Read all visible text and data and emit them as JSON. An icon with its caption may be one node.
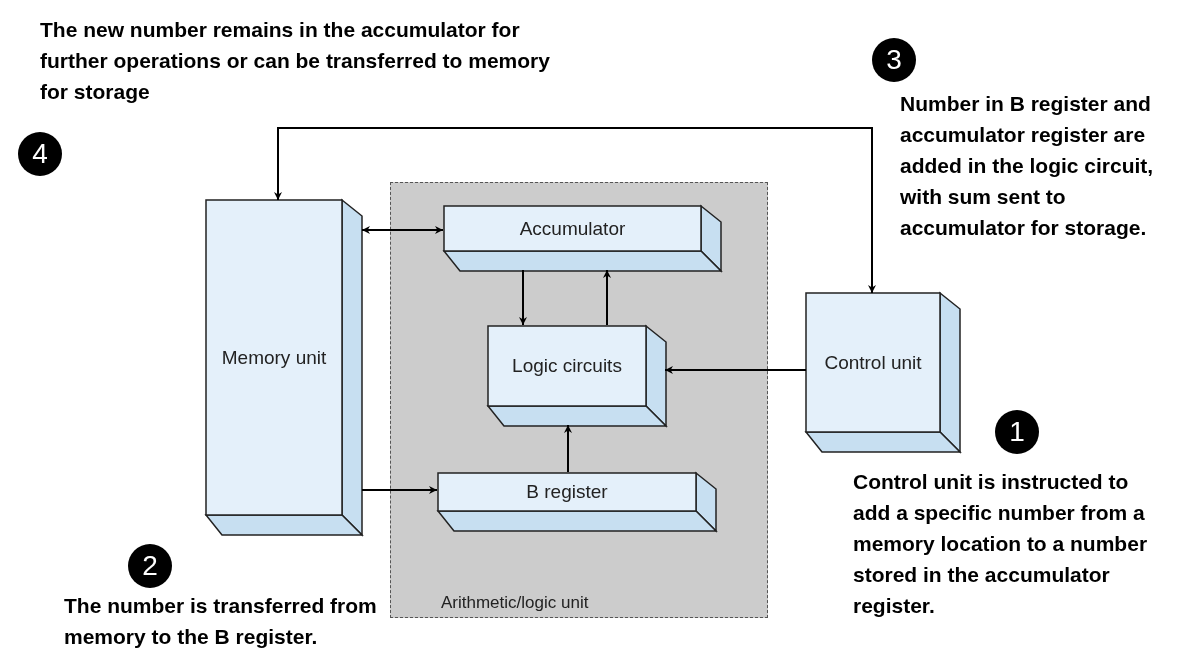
{
  "diagram": {
    "nodes": [
      {
        "text": [
          "Arithmetic/logic unit"
        ]
      },
      {
        "text": [
          "Accumulator"
        ],
        "in": 0
      },
      {
        "text": [
          "Logic circuits"
        ],
        "in": 0
      },
      {
        "text": [
          "B register"
        ],
        "in": 0
      },
      {
        "text": [
          "Memory unit"
        ]
      },
      {
        "text": [
          "Control unit"
        ]
      },
      {
        "text": [
          "4"
        ],
        "beside": [
          "The new number remains in the accumulator for further operations or can be transferred to memory for storage"
        ]
      },
      {
        "text": [
          "3"
        ],
        "beside": [
          "Number in B register and accumulator register are added in the logic circuit, with sum sent to accumulator for storage."
        ]
      },
      {
        "text": [
          "2"
        ],
        "beside": [
          "The number is transferred from memory to the B register."
        ]
      },
      {
        "text": [
          "1"
        ],
        "beside": [
          "Control unit is instructed to add a specific number from a memory location to a number stored in the accumulator register."
        ]
      }
    ],
    "edges": [
      {
        "from": 4,
        "to": 1,
        "arrow": "both"
      },
      {
        "from": 1,
        "to": 2,
        "arrow": "to"
      },
      {
        "from": 2,
        "to": 1,
        "arrow": "to"
      },
      {
        "from": 4,
        "to": 3,
        "arrow": "to"
      },
      {
        "from": 3,
        "to": 2,
        "arrow": "to"
      },
      {
        "from": 5,
        "to": 2,
        "arrow": "to"
      },
      {
        "from": 4,
        "to": 5,
        "arrow": "both"
      }
    ]
  }
}
